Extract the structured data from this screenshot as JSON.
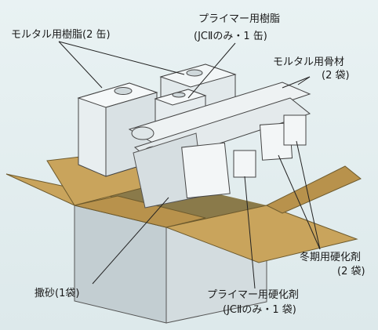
{
  "labels": {
    "mortar_resin": "モルタル用樹脂(2 缶)",
    "primer_resin_l1": "プライマー用樹脂",
    "primer_resin_l2": "(JCⅡのみ・1 缶)",
    "mortar_aggregate_l1": "モルタル用骨材",
    "mortar_aggregate_l2": "(2 袋)",
    "winter_hardener_l1": "冬期用硬化剤",
    "winter_hardener_l2": "(2 袋)",
    "sand": "撒砂(1袋)",
    "primer_hardener_l1": "プライマー用硬化剤",
    "primer_hardener_l2": "(JCⅡのみ・1 袋)"
  },
  "colors": {
    "background": "#e4eef0",
    "cardboard": "#c9a45c",
    "box_side": "#c7d2d6",
    "can": "#e6ecee",
    "bag": "#eef2f3",
    "outline": "#333333"
  }
}
